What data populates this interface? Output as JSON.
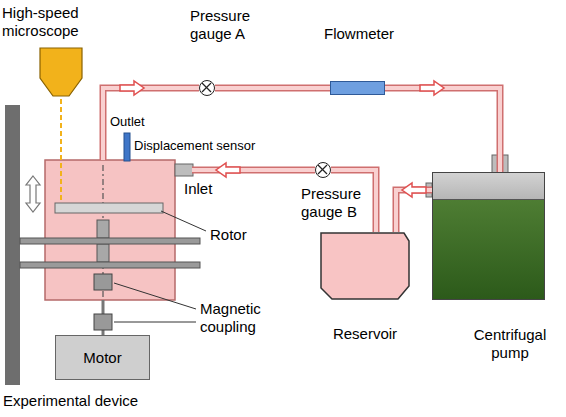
{
  "diagram": {
    "nodes": [
      {
        "text": [
          "Pressure gauge A"
        ]
      },
      {
        "text": [
          "Flowmeter"
        ]
      },
      {
        "text": [
          "Pressure gauge B"
        ]
      },
      {
        "text": [
          "Reservoir"
        ]
      },
      {
        "text": [
          "Centrifugal pump"
        ]
      },
      {
        "text": [
          "Experimental device"
        ]
      },
      {
        "text": [
          "Motor"
        ],
        "in": 5
      }
    ],
    "edges": [
      {
        "from": 5,
        "to": 0,
        "arrow": "none"
      },
      {
        "from": 0,
        "to": 1,
        "arrow": "none"
      },
      {
        "from": 1,
        "to": 4,
        "arrow": "none"
      },
      {
        "from": 4,
        "to": 3,
        "arrow": "none"
      },
      {
        "from": 3,
        "to": 2,
        "arrow": "none"
      },
      {
        "from": 2,
        "to": 5,
        "arrow": "none"
      }
    ],
    "labels": [
      "High-speed microscope",
      "Outlet",
      "Displacement sensor",
      "Inlet",
      "Rotor",
      "Magnetic coupling"
    ]
  }
}
